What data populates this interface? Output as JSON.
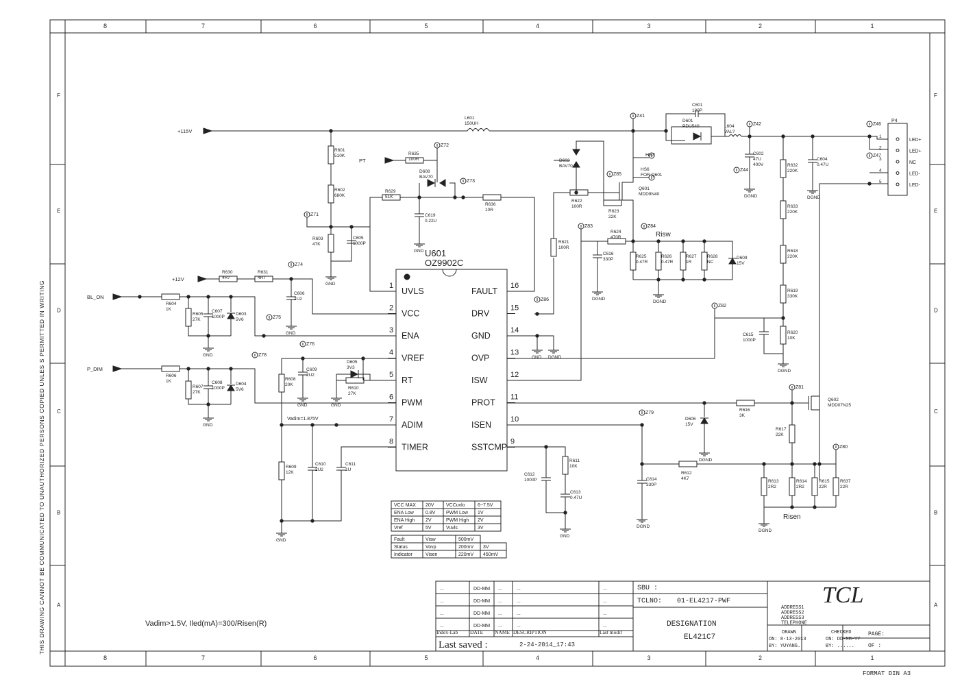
{
  "frame": {
    "columns": [
      "8",
      "7",
      "6",
      "5",
      "4",
      "3",
      "2",
      "1"
    ],
    "rows": [
      "F",
      "E",
      "D",
      "C",
      "B",
      "A"
    ],
    "side_notice": "THIS DRAWING CANNOT BE COMMUNICATED TO UNAUTHORIZED PERSONS COPIED UNLES S PERMITTED IN WRITING",
    "format": "FORMAT DIN A3"
  },
  "ic": {
    "ref": "U601",
    "part": "OZ9902C",
    "left_pins": [
      {
        "num": "1",
        "name": "UVLS"
      },
      {
        "num": "2",
        "name": "VCC"
      },
      {
        "num": "3",
        "name": "ENA"
      },
      {
        "num": "4",
        "name": "VREF"
      },
      {
        "num": "5",
        "name": "RT"
      },
      {
        "num": "6",
        "name": "PWM"
      },
      {
        "num": "7",
        "name": "ADIM"
      },
      {
        "num": "8",
        "name": "TIMER"
      }
    ],
    "right_pins": [
      {
        "num": "16",
        "name": "FAULT"
      },
      {
        "num": "15",
        "name": "DRV"
      },
      {
        "num": "14",
        "name": "GND"
      },
      {
        "num": "13",
        "name": "OVP"
      },
      {
        "num": "12",
        "name": "ISW"
      },
      {
        "num": "11",
        "name": "PROT"
      },
      {
        "num": "10",
        "name": "ISEN"
      },
      {
        "num": "9",
        "name": "SSTCMP"
      }
    ]
  },
  "nets": {
    "v115": "+115V",
    "v12": "+12V",
    "bl_on": "BL_ON",
    "p_dim": "P_DIM",
    "pt": "PT",
    "vadim": "Vadim=1.875V",
    "risw": "Risw",
    "risen": "Risen",
    "gnd": "GND",
    "dgnd": "DGND"
  },
  "components": {
    "L601": [
      "L601",
      "150UH"
    ],
    "C601": [
      "C601",
      "100P"
    ],
    "D601": [
      "D601",
      "PDU540"
    ],
    "L604": [
      "L604",
      "VAL?"
    ],
    "R601": [
      "R601",
      "510K"
    ],
    "R602": [
      "R602",
      "680K"
    ],
    "R603": [
      "R603",
      "47K"
    ],
    "C605": [
      "C605",
      "1000P"
    ],
    "R635": [
      "R635",
      "100R"
    ],
    "D608": [
      "D608",
      "BAV70"
    ],
    "R629": [
      "R629",
      "51K"
    ],
    "C619": [
      "C619",
      "0.22U"
    ],
    "R636": [
      "R636",
      "10R"
    ],
    "D602": [
      "D602",
      "BAV70"
    ],
    "R622": [
      "R622",
      "100R"
    ],
    "R623": [
      "R623",
      "22K"
    ],
    "Q601": [
      "Q601",
      "MDD9N40"
    ],
    "R621": [
      "R621",
      "100R"
    ],
    "C616": [
      "C616",
      "330P"
    ],
    "R624": [
      "R624",
      "470R"
    ],
    "R625": [
      "R625",
      "0.47R"
    ],
    "R626": [
      "R626",
      "0.47R"
    ],
    "R627": [
      "R627",
      "1R"
    ],
    "R628": [
      "R628",
      "NC"
    ],
    "D609": [
      "D609",
      "15V"
    ],
    "C602": [
      "C602",
      "47U",
      "400V"
    ],
    "C604": [
      "C604",
      "0.47U"
    ],
    "R632": [
      "R632",
      "220K"
    ],
    "R633": [
      "R633",
      "220K"
    ],
    "R618": [
      "R618",
      "220K"
    ],
    "R619": [
      "R619",
      "330K"
    ],
    "R620": [
      "R620",
      "10K"
    ],
    "C615": [
      "C615",
      "1000P"
    ],
    "R630": [
      "R630",
      "4R7"
    ],
    "R631": [
      "R631",
      "4R7"
    ],
    "C606": [
      "C606",
      "2U2"
    ],
    "R604": [
      "R604",
      "1K"
    ],
    "R605": [
      "R605",
      "27K"
    ],
    "C607": [
      "C607",
      "1000P"
    ],
    "D603": [
      "D603",
      "5V6"
    ],
    "R606": [
      "R606",
      "1K"
    ],
    "R607": [
      "R607",
      "27K"
    ],
    "C608": [
      "C608",
      "1000P"
    ],
    "D604": [
      "D604",
      "5V6"
    ],
    "C609": [
      "C609",
      "2U2"
    ],
    "D605": [
      "D605",
      "3V3"
    ],
    "R610": [
      "R610",
      "27K"
    ],
    "R608": [
      "R608",
      "20K"
    ],
    "R609": [
      "R609",
      "12K"
    ],
    "C610": [
      "C610",
      "2U2"
    ],
    "C611": [
      "C611",
      "1U"
    ],
    "C612": [
      "C612",
      "1000P"
    ],
    "R611": [
      "R611",
      "10K"
    ],
    "C613": [
      "C613",
      "0.47U"
    ],
    "C614": [
      "C614",
      "330P"
    ],
    "R612": [
      "R612",
      "4K7"
    ],
    "R616": [
      "R616",
      "3K"
    ],
    "D606": [
      "D606",
      "15V"
    ],
    "Q602": [
      "Q602",
      "MDD07N25"
    ],
    "R617": [
      "R617",
      "22K"
    ],
    "R613": [
      "R613",
      "2R2"
    ],
    "R614": [
      "R614",
      "2R2"
    ],
    "R615": [
      "R615",
      "22R"
    ],
    "R637": [
      "R637",
      "22R"
    ],
    "HS3": [
      "HS3"
    ],
    "HS6": [
      "HS6",
      "FOR Q601"
    ]
  },
  "testpoints": [
    "Z41",
    "Z42",
    "Z44",
    "Z46",
    "Z47",
    "Z71",
    "Z72",
    "Z73",
    "Z74",
    "Z75",
    "Z76",
    "Z78",
    "Z79",
    "Z80",
    "Z81",
    "Z82",
    "Z83",
    "Z84",
    "Z85",
    "Z86"
  ],
  "connector": {
    "ref": "P4",
    "pins": [
      {
        "num": "1",
        "label": "LED+"
      },
      {
        "num": "2",
        "label": "LED+"
      },
      {
        "num": "3",
        "label": "NC"
      },
      {
        "num": "4",
        "label": "LED-"
      },
      {
        "num": "5",
        "label": "LED-"
      }
    ]
  },
  "spec_table1": [
    [
      "VCC MAX",
      "20V",
      "VCCuvlo",
      "6~7.5V"
    ],
    [
      "ENA Low",
      "0.8V",
      "PWM Low",
      "1V"
    ],
    [
      "ENA High",
      "2V",
      "PWM High",
      "2V"
    ],
    [
      "Vref",
      "5V",
      "Vuvls",
      "3V"
    ]
  ],
  "spec_table2": [
    [
      "Fault",
      "Visw",
      "500mV"
    ],
    [
      "Status",
      "Vovp",
      "200mV",
      "3V"
    ],
    [
      "Indicator",
      "Visen",
      "220mV",
      "450mV"
    ]
  ],
  "note": "Vadim>1.5V, Iled(mA)=300/Risen(R)",
  "title_block": {
    "rev_rows": [
      [
        "...",
        "DD-MM",
        "...",
        "...",
        "..."
      ],
      [
        "...",
        "DD-MM",
        "...",
        "...",
        "..."
      ],
      [
        "...",
        "DD-MM",
        "...",
        "...",
        "..."
      ],
      [
        "...",
        "DD-MM",
        "...",
        "...",
        "..."
      ]
    ],
    "rev_header": [
      "Index-Lab",
      "DATE",
      "NAME",
      "DESCRIPTION",
      "Last modif"
    ],
    "last_saved_label": "Last saved :",
    "last_saved_value": "2-24-2014_17:43",
    "sbu": "SBU :",
    "tclno_label": "TCLNO:",
    "tclno_value": "01-EL4217-PWF",
    "designation_label": "DESIGNATION",
    "designation_value": "EL421C7",
    "logo": "TCL",
    "address": [
      "ADDRESS1",
      "ADDRESS2",
      "ADDRESS3",
      "TELEPHONE"
    ],
    "drawn_label": "DRAWN",
    "drawn_on": "ON: 8-13-2013",
    "drawn_by": "BY: YUYANG.",
    "checked_label": "CHECKED",
    "checked_on": "ON: DD-MM-YY",
    "checked_by": "BY: ......",
    "page_label": "PAGE:",
    "of_label": "OF :"
  }
}
